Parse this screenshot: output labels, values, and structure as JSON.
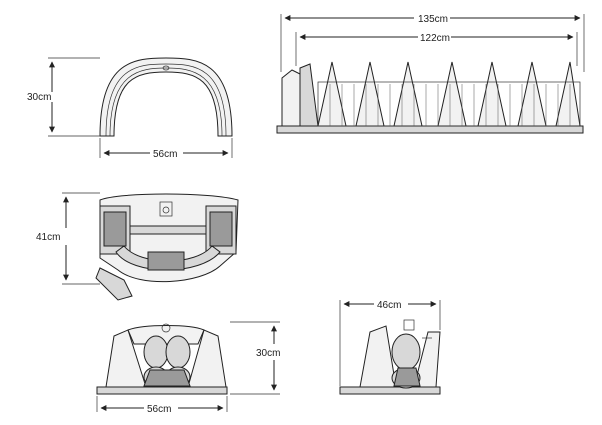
{
  "dimensions": {
    "arch_height": "30cm",
    "arch_width": "56cm",
    "rack_total_length": "135cm",
    "rack_inner_length": "122cm",
    "top_view_depth": "41cm",
    "base_width": "56cm",
    "base_height": "30cm",
    "side_width": "46cm"
  },
  "colors": {
    "line": "#222222",
    "light_fill": "#f2f2f2",
    "mid_fill": "#d8d8d8",
    "dark_fill": "#9a9a9a"
  },
  "icons": {
    "arrowheads": "dimension-arrow"
  }
}
